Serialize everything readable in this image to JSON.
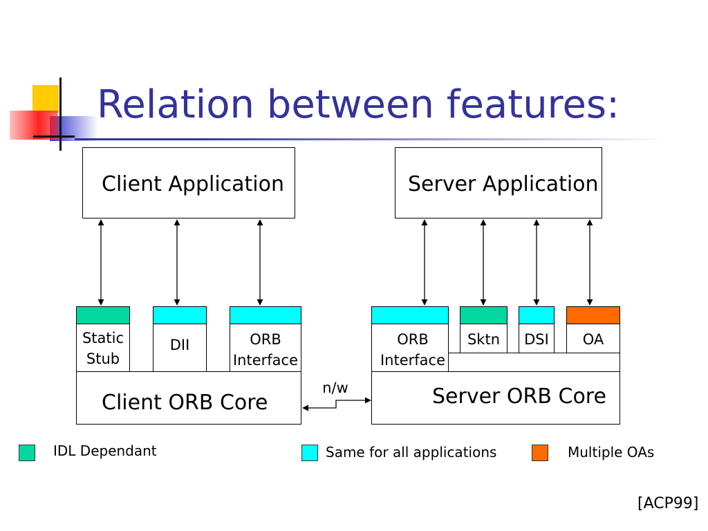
{
  "title": "Relation between features:",
  "client": {
    "app_label": "Client Application",
    "core_label": "Client ORB Core",
    "modules": [
      "Static\nStub",
      "DII",
      "ORB\nInterface"
    ]
  },
  "server": {
    "app_label": "Server Application",
    "core_label": "Server ORB Core",
    "modules": [
      "ORB\nInterface",
      "Sktn",
      "DSI",
      "OA"
    ]
  },
  "network_label": "n/w",
  "legend": [
    {
      "label": "IDL Dependant",
      "color": "#00d8a0"
    },
    {
      "label": "Same for all applications",
      "color": "#00ffff"
    },
    {
      "label": "Multiple OAs",
      "color": "#ff6a00"
    }
  ],
  "citation": "[ACP99]",
  "colors": {
    "title": "#333399",
    "idl_dependant": "#00d8a0",
    "same_for_all": "#00ffff",
    "multiple_oas": "#ff6a00"
  }
}
